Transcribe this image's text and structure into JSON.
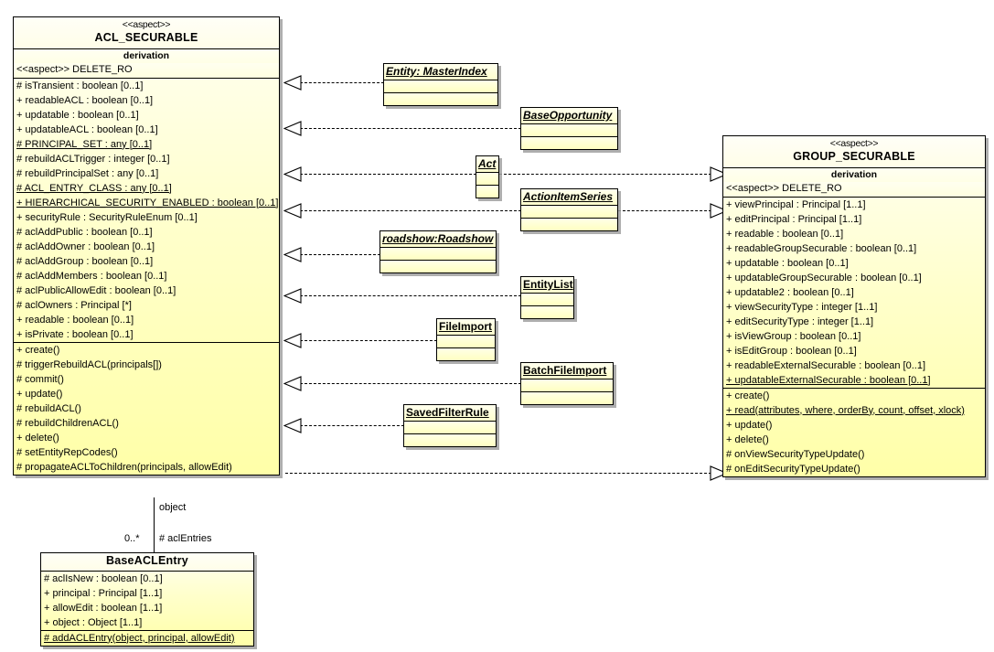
{
  "diagram": {
    "type": "uml-class-diagram",
    "background": "#ffffff",
    "class_fill": "#ffffcc",
    "line_color": "#000000"
  },
  "classes": {
    "acl_securable": {
      "stereotype": "<<aspect>>",
      "name": "ACL_SECURABLE",
      "derivation_label": "derivation",
      "derivation_value": "<<aspect>> DELETE_RO",
      "attributes": [
        {
          "text": "# isTransient : boolean [0..1]",
          "static": false
        },
        {
          "text": "+ readableACL : boolean [0..1]",
          "static": false
        },
        {
          "text": "+ updatable : boolean [0..1]",
          "static": false
        },
        {
          "text": "+ updatableACL : boolean [0..1]",
          "static": false
        },
        {
          "text": "# PRINCIPAL_SET : any [0..1]",
          "static": true
        },
        {
          "text": "# rebuildACLTrigger : integer [0..1]",
          "static": false
        },
        {
          "text": "# rebuildPrincipalSet : any [0..1]",
          "static": false
        },
        {
          "text": "# ACL_ENTRY_CLASS : any [0..1]",
          "static": true
        },
        {
          "text": "+ HIERARCHICAL_SECURITY_ENABLED : boolean [0..1]",
          "static": true
        },
        {
          "text": "+ securityRule : SecurityRuleEnum [0..1]",
          "static": false
        },
        {
          "text": "# aclAddPublic : boolean [0..1]",
          "static": false
        },
        {
          "text": "# aclAddOwner : boolean [0..1]",
          "static": false
        },
        {
          "text": "# aclAddGroup : boolean [0..1]",
          "static": false
        },
        {
          "text": "# aclAddMembers : boolean [0..1]",
          "static": false
        },
        {
          "text": "# aclPublicAllowEdit : boolean [0..1]",
          "static": false
        },
        {
          "text": "# aclOwners : Principal [*]",
          "static": false
        },
        {
          "text": "+ readable : boolean [0..1]",
          "static": false
        },
        {
          "text": "+ isPrivate : boolean [0..1]",
          "static": false
        }
      ],
      "operations": [
        {
          "text": "+ create()",
          "static": false
        },
        {
          "text": "# triggerRebuildACL(principals[])",
          "static": false
        },
        {
          "text": "# commit()",
          "static": false
        },
        {
          "text": "+ update()",
          "static": false
        },
        {
          "text": "# rebuildACL()",
          "static": false
        },
        {
          "text": "# rebuildChildrenACL()",
          "static": false
        },
        {
          "text": "+ delete()",
          "static": false
        },
        {
          "text": "# setEntityRepCodes()",
          "static": false
        },
        {
          "text": "# propagateACLToChildren(principals, allowEdit)",
          "static": false
        }
      ]
    },
    "group_securable": {
      "stereotype": "<<aspect>>",
      "name": "GROUP_SECURABLE",
      "derivation_label": "derivation",
      "derivation_value": "<<aspect>> DELETE_RO",
      "attributes": [
        {
          "text": "+ viewPrincipal : Principal [1..1]",
          "static": false
        },
        {
          "text": "+ editPrincipal : Principal [1..1]",
          "static": false
        },
        {
          "text": "+ readable : boolean [0..1]",
          "static": false
        },
        {
          "text": "+ readableGroupSecurable : boolean [0..1]",
          "static": false
        },
        {
          "text": "+ updatable : boolean [0..1]",
          "static": false
        },
        {
          "text": "+ updatableGroupSecurable : boolean [0..1]",
          "static": false
        },
        {
          "text": "+ updatable2 : boolean [0..1]",
          "static": false
        },
        {
          "text": "+ viewSecurityType : integer [1..1]",
          "static": false
        },
        {
          "text": "+ editSecurityType : integer [1..1]",
          "static": false
        },
        {
          "text": "+ isViewGroup : boolean [0..1]",
          "static": false
        },
        {
          "text": "+ isEditGroup : boolean [0..1]",
          "static": false
        },
        {
          "text": "+ readableExternalSecurable : boolean [0..1]",
          "static": false
        },
        {
          "text": "+ updatableExternalSecurable : boolean [0..1]",
          "static": true
        }
      ],
      "operations": [
        {
          "text": "+ create()",
          "static": false
        },
        {
          "text": "+ read(attributes, where, orderBy, count, offset, xlock)",
          "static": true
        },
        {
          "text": "+ update()",
          "static": false
        },
        {
          "text": "+ delete()",
          "static": false
        },
        {
          "text": "# onViewSecurityTypeUpdate()",
          "static": false
        },
        {
          "text": "# onEditSecurityTypeUpdate()",
          "static": false
        }
      ]
    },
    "base_acl_entry": {
      "name": "BaseACLEntry",
      "attributes": [
        {
          "text": "# aclIsNew : boolean [0..1]",
          "static": false
        },
        {
          "text": "+ principal : Principal [1..1]",
          "static": false
        },
        {
          "text": "+ allowEdit : boolean [1..1]",
          "static": false
        },
        {
          "text": "+ object : Object [1..1]",
          "static": false
        }
      ],
      "operations": [
        {
          "text": "# addACLEntry(object, principal, allowEdit)",
          "static": true
        }
      ]
    }
  },
  "collapsed_classes": [
    {
      "id": "entity-masterindex",
      "name": "Entity: MasterIndex",
      "italic": true
    },
    {
      "id": "baseopportunity",
      "name": "BaseOpportunity",
      "italic": true
    },
    {
      "id": "act",
      "name": "Act",
      "italic": true
    },
    {
      "id": "actionitemseries",
      "name": "ActionItemSeries",
      "italic": true
    },
    {
      "id": "roadshow",
      "name": "roadshow:Roadshow",
      "italic": true
    },
    {
      "id": "entitylist",
      "name": "EntityList",
      "italic": false
    },
    {
      "id": "fileimport",
      "name": "FileImport",
      "italic": false
    },
    {
      "id": "batchfileimport",
      "name": "BatchFileImport",
      "italic": false
    },
    {
      "id": "savedfilterrule",
      "name": "SavedFilterRule",
      "italic": false
    }
  ],
  "association": {
    "end_role_near_parent": "object",
    "multiplicity": "0..*",
    "end_role_near_child": "# aclEntries"
  }
}
